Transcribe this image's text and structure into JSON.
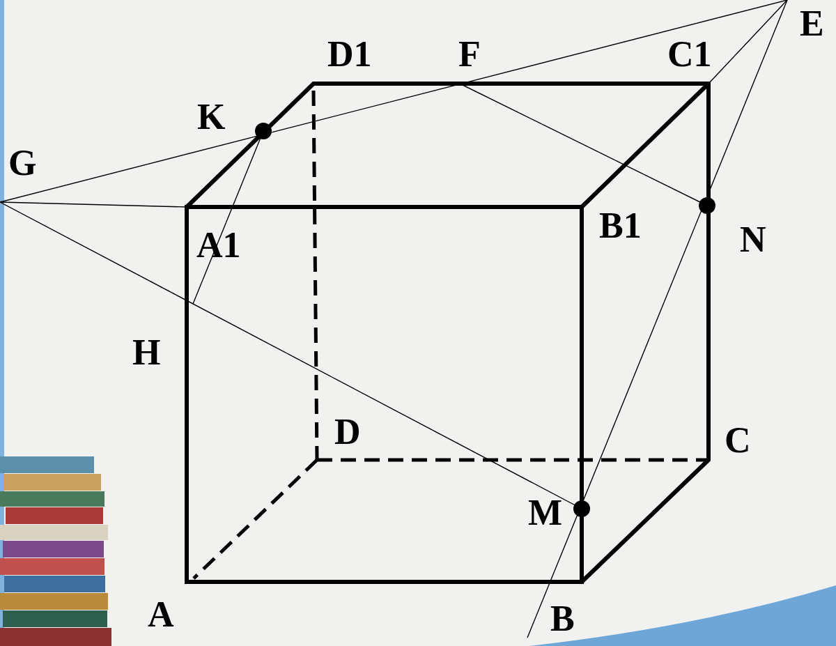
{
  "diagram": {
    "labels": [
      "E",
      "D1",
      "F",
      "C1",
      "K",
      "G",
      "A1",
      "B1",
      "N",
      "H",
      "D",
      "C",
      "M",
      "A",
      "B"
    ]
  }
}
